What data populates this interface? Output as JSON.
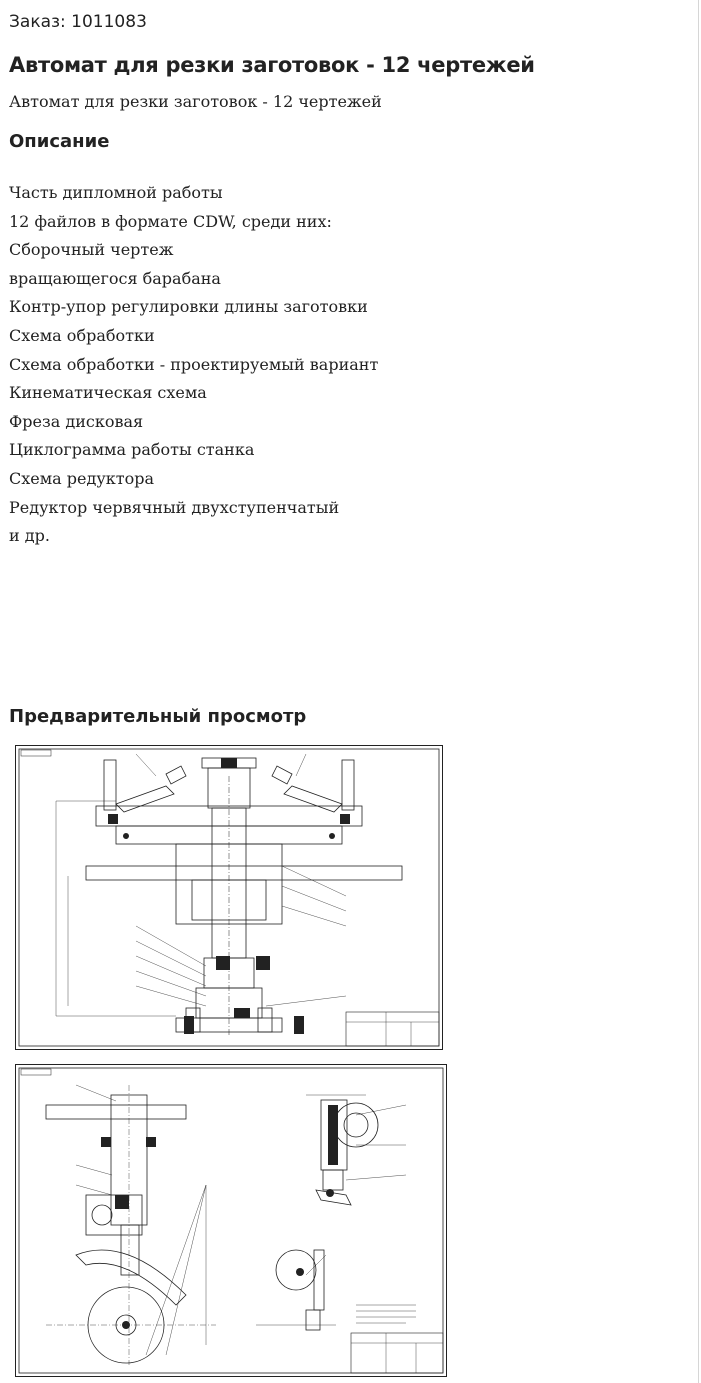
{
  "order": {
    "label": "Заказ: 1011083"
  },
  "title": "Автомат для резки заготовок - 12 чертежей",
  "subtitle": "Автомат для резки заготовок - 12 чертежей",
  "description": {
    "heading": "Описание",
    "lines": [
      "Часть дипломной работы",
      "12 файлов в формате CDW, среди них:",
      "Сборочный чертеж",
      "вращающегося барабана",
      "Контр-упор регулировки длины заготовки",
      "Схема обработки",
      "Схема обработки - проектируемый вариант",
      "Кинематическая схема",
      "Фреза дисковая",
      "Циклограмма работы станка",
      "Схема редуктора",
      "Редуктор червячный двухступенчатый",
      "и др."
    ]
  },
  "preview": {
    "heading": "Предварительный просмотр",
    "images": [
      {
        "name": "assembly-drawing-rotating-drum"
      },
      {
        "name": "stop-adjustment-drawing"
      }
    ]
  }
}
